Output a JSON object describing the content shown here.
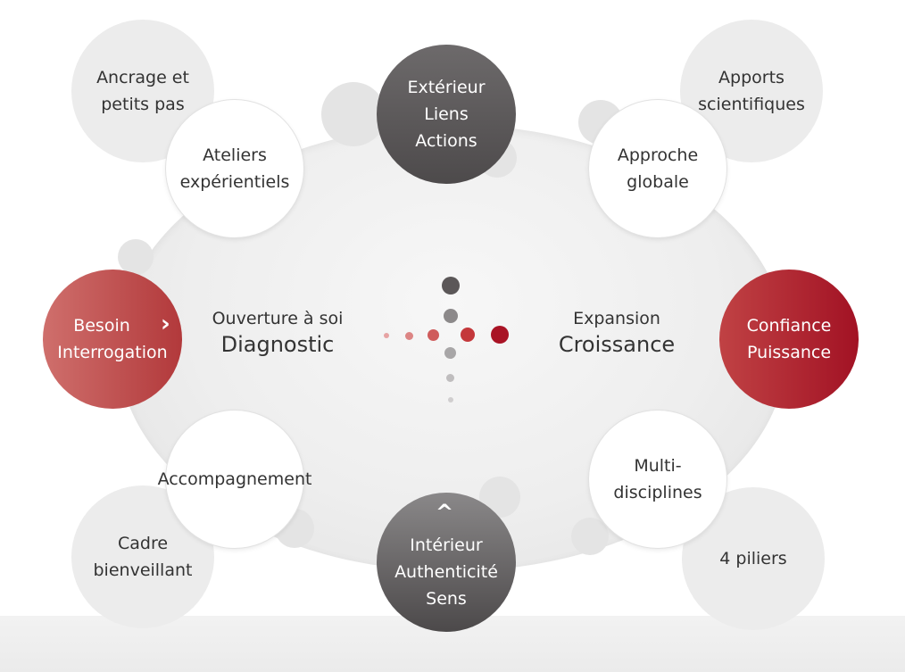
{
  "top_center": [
    "Extérieur",
    "Liens",
    "Actions"
  ],
  "bottom_center": [
    "Intérieur",
    "Authenticité",
    "Sens"
  ],
  "left_red": [
    "Besoin",
    "Interrogation"
  ],
  "right_red": [
    "Confiance",
    "Puissance"
  ],
  "outer_top_left": [
    "Ancrage et",
    "petits pas"
  ],
  "outer_top_right": [
    "Apports",
    "scientifiques"
  ],
  "outer_bottom_left": [
    "Cadre",
    "bienveillant"
  ],
  "outer_bottom_right": [
    "4 piliers"
  ],
  "inner_top_left": [
    "Ateliers",
    "expérientiels"
  ],
  "inner_top_right": [
    "Approche",
    "globale"
  ],
  "inner_bottom_left": [
    "Accompagnement"
  ],
  "inner_bottom_right": [
    "Multi-",
    "disciplines"
  ],
  "center_left": {
    "small": "Ouverture à soi",
    "big": "Diagnostic"
  },
  "center_right": {
    "small": "Expansion",
    "big": "Croissance"
  },
  "arrow_right_glyph": "›",
  "arrow_up_glyph": "^",
  "colors": {
    "dark_grey": "#5a5758",
    "red_left": "#c0504e",
    "red_right": "#a81a2a",
    "light_grey": "#ececec"
  }
}
